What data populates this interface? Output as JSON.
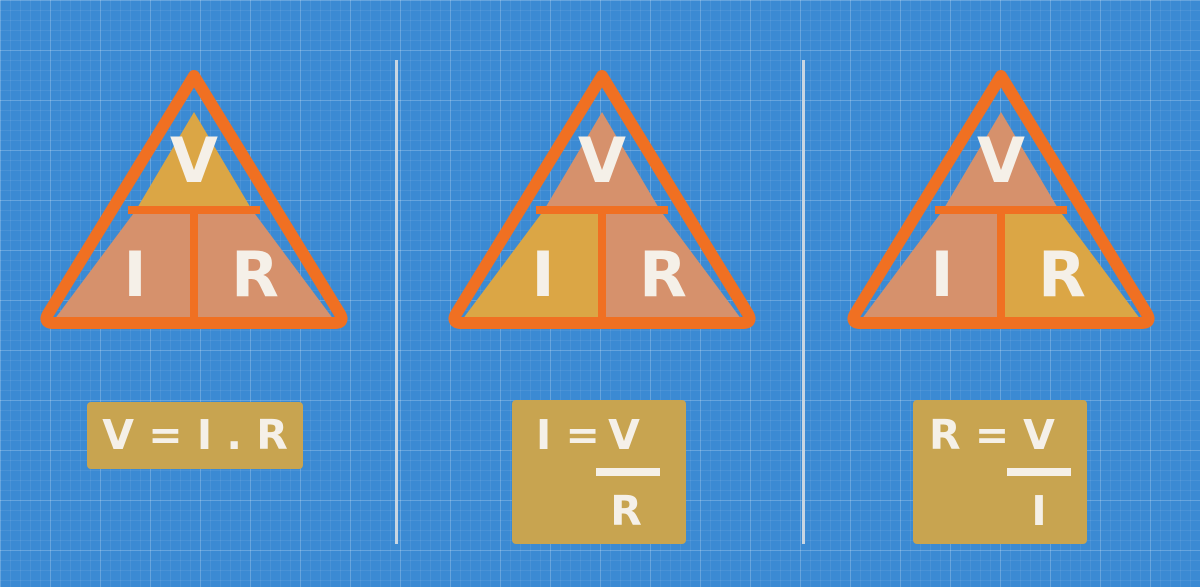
{
  "colors": {
    "background": "#3b8ad3",
    "triangle_outline": "#f07022",
    "cell_default": "#d6916c",
    "cell_highlight": "#dba645",
    "card": "#c8a450",
    "text": "#f5f0e8",
    "divider": "#c9d6e2"
  },
  "panels": [
    {
      "highlight": "V",
      "triangle": {
        "top": "V",
        "left": "I",
        "right": "R"
      },
      "formula": {
        "text": "V = I . R"
      }
    },
    {
      "highlight": "I",
      "triangle": {
        "top": "V",
        "left": "I",
        "right": "R"
      },
      "formula": {
        "lhs": "I =",
        "numerator": "V",
        "denominator": "R"
      }
    },
    {
      "highlight": "R",
      "triangle": {
        "top": "V",
        "left": "I",
        "right": "R"
      },
      "formula": {
        "lhs": "R =",
        "numerator": "V",
        "denominator": "I"
      }
    }
  ]
}
